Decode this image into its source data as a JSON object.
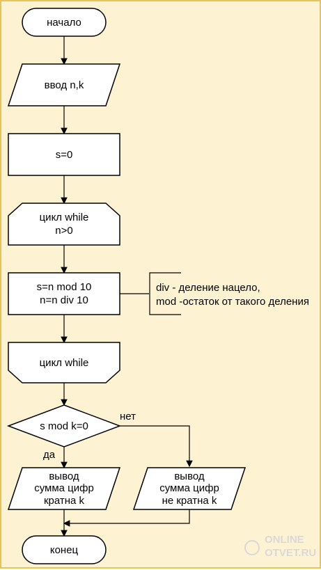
{
  "start": "начало",
  "input": "ввод n,k",
  "init": "s=0",
  "loop_start": [
    "цикл while",
    "n>0"
  ],
  "body": [
    "s=n mod 10",
    "n=n div 10"
  ],
  "comment": [
    "div - деление нацело,",
    "mod -остаток от такого деления"
  ],
  "loop_end": "цикл while",
  "condition": "s mod k=0",
  "branch_yes": "да",
  "branch_no": "нет",
  "output_yes": [
    "вывод",
    "сумма цифр",
    "кратна k"
  ],
  "output_no": [
    "вывод",
    "сумма цифр",
    "не кратна k"
  ],
  "end": "конец",
  "watermark": [
    "ONLINE",
    "OTVET.RU"
  ]
}
